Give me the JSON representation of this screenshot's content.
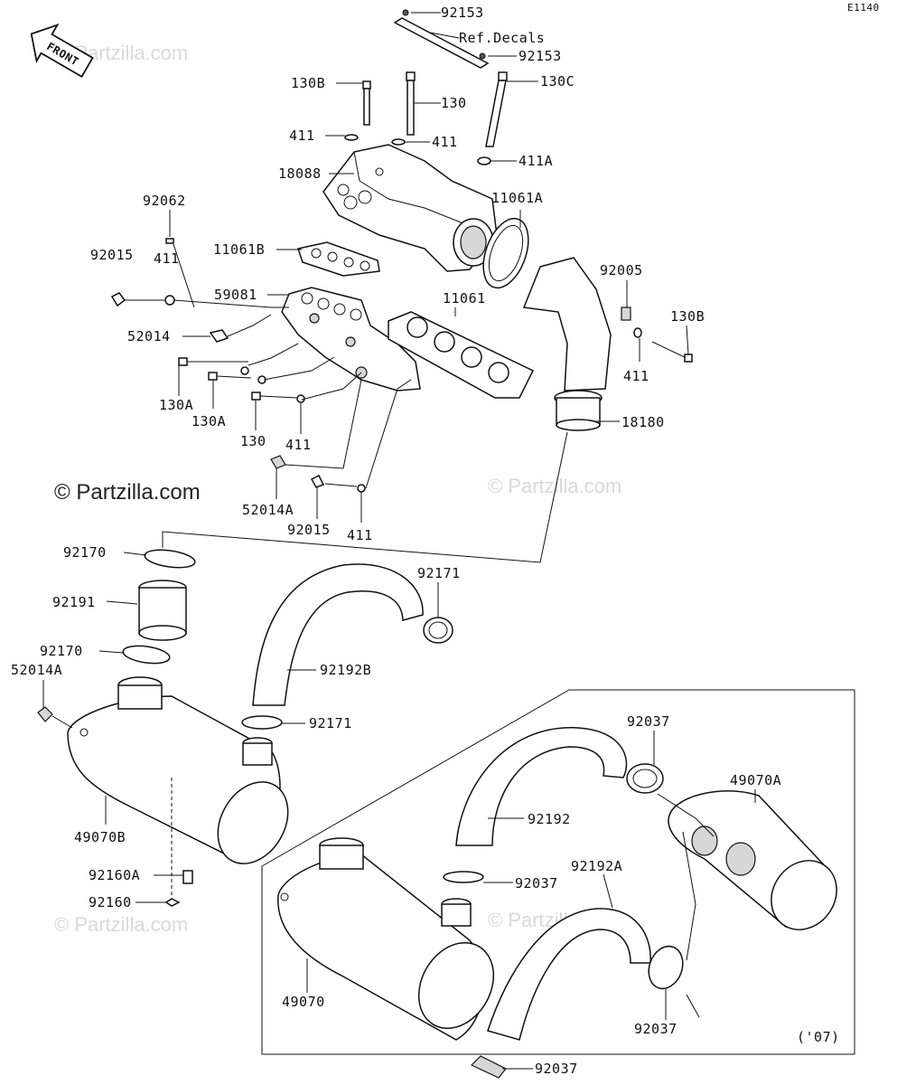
{
  "diagram_code": "E1140",
  "front_label": "FRONT",
  "year_note": "('07)",
  "watermark": "© Partzilla.com",
  "watermark_faint": "© Partzilla.com",
  "labels": {
    "p92153_top": "92153",
    "ref_decals": "Ref.Decals",
    "p92153_b": "92153",
    "p130B_top": "130B",
    "p130": "130",
    "p130C": "130C",
    "p411_a": "411",
    "p411_b": "411",
    "p411A": "411A",
    "p18088": "18088",
    "p92062": "92062",
    "p11061A": "11061A",
    "p11061B": "11061B",
    "p92015": "92015",
    "p411_c": "411",
    "p59081": "59081",
    "p11061": "11061",
    "p92005": "92005",
    "p130B_r": "130B",
    "p52014": "52014",
    "p411_r": "411",
    "p130A_1": "130A",
    "p130A_2": "130A",
    "p130_2": "130",
    "p411_d": "411",
    "p18180": "18180",
    "p52014A": "52014A",
    "p92015_b": "92015",
    "p411_e": "411",
    "p92170_a": "92170",
    "p92171_a": "92171",
    "p92191": "92191",
    "p92192B": "92192B",
    "p92170_b": "92170",
    "p52014A_b": "52014A",
    "p92171_b": "92171",
    "p92037_a": "92037",
    "p49070A": "49070A",
    "p49070B": "49070B",
    "p92192": "92192",
    "p92160A": "92160A",
    "p92037_b": "92037",
    "p92192A": "92192A",
    "p92160": "92160",
    "p49070": "49070",
    "p92037_c": "92037",
    "p92037_d": "92037"
  }
}
